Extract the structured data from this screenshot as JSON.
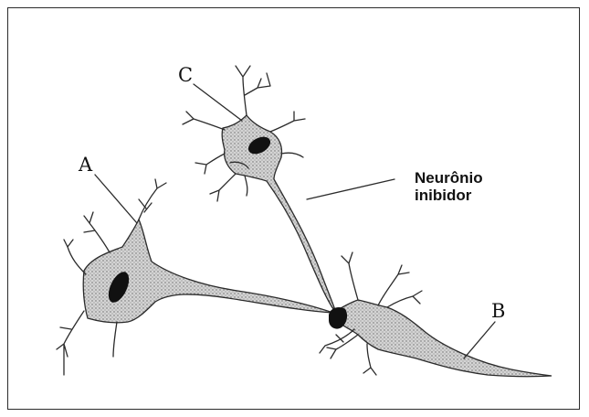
{
  "labels": {
    "a": "A",
    "b": "B",
    "c": "C",
    "inhibitory_line1": "Neurônio",
    "inhibitory_line2": "inibidor"
  },
  "colors": {
    "soma_fill": "#c8c8c8",
    "nucleus": "#111111",
    "outline": "#2b2b2b"
  }
}
